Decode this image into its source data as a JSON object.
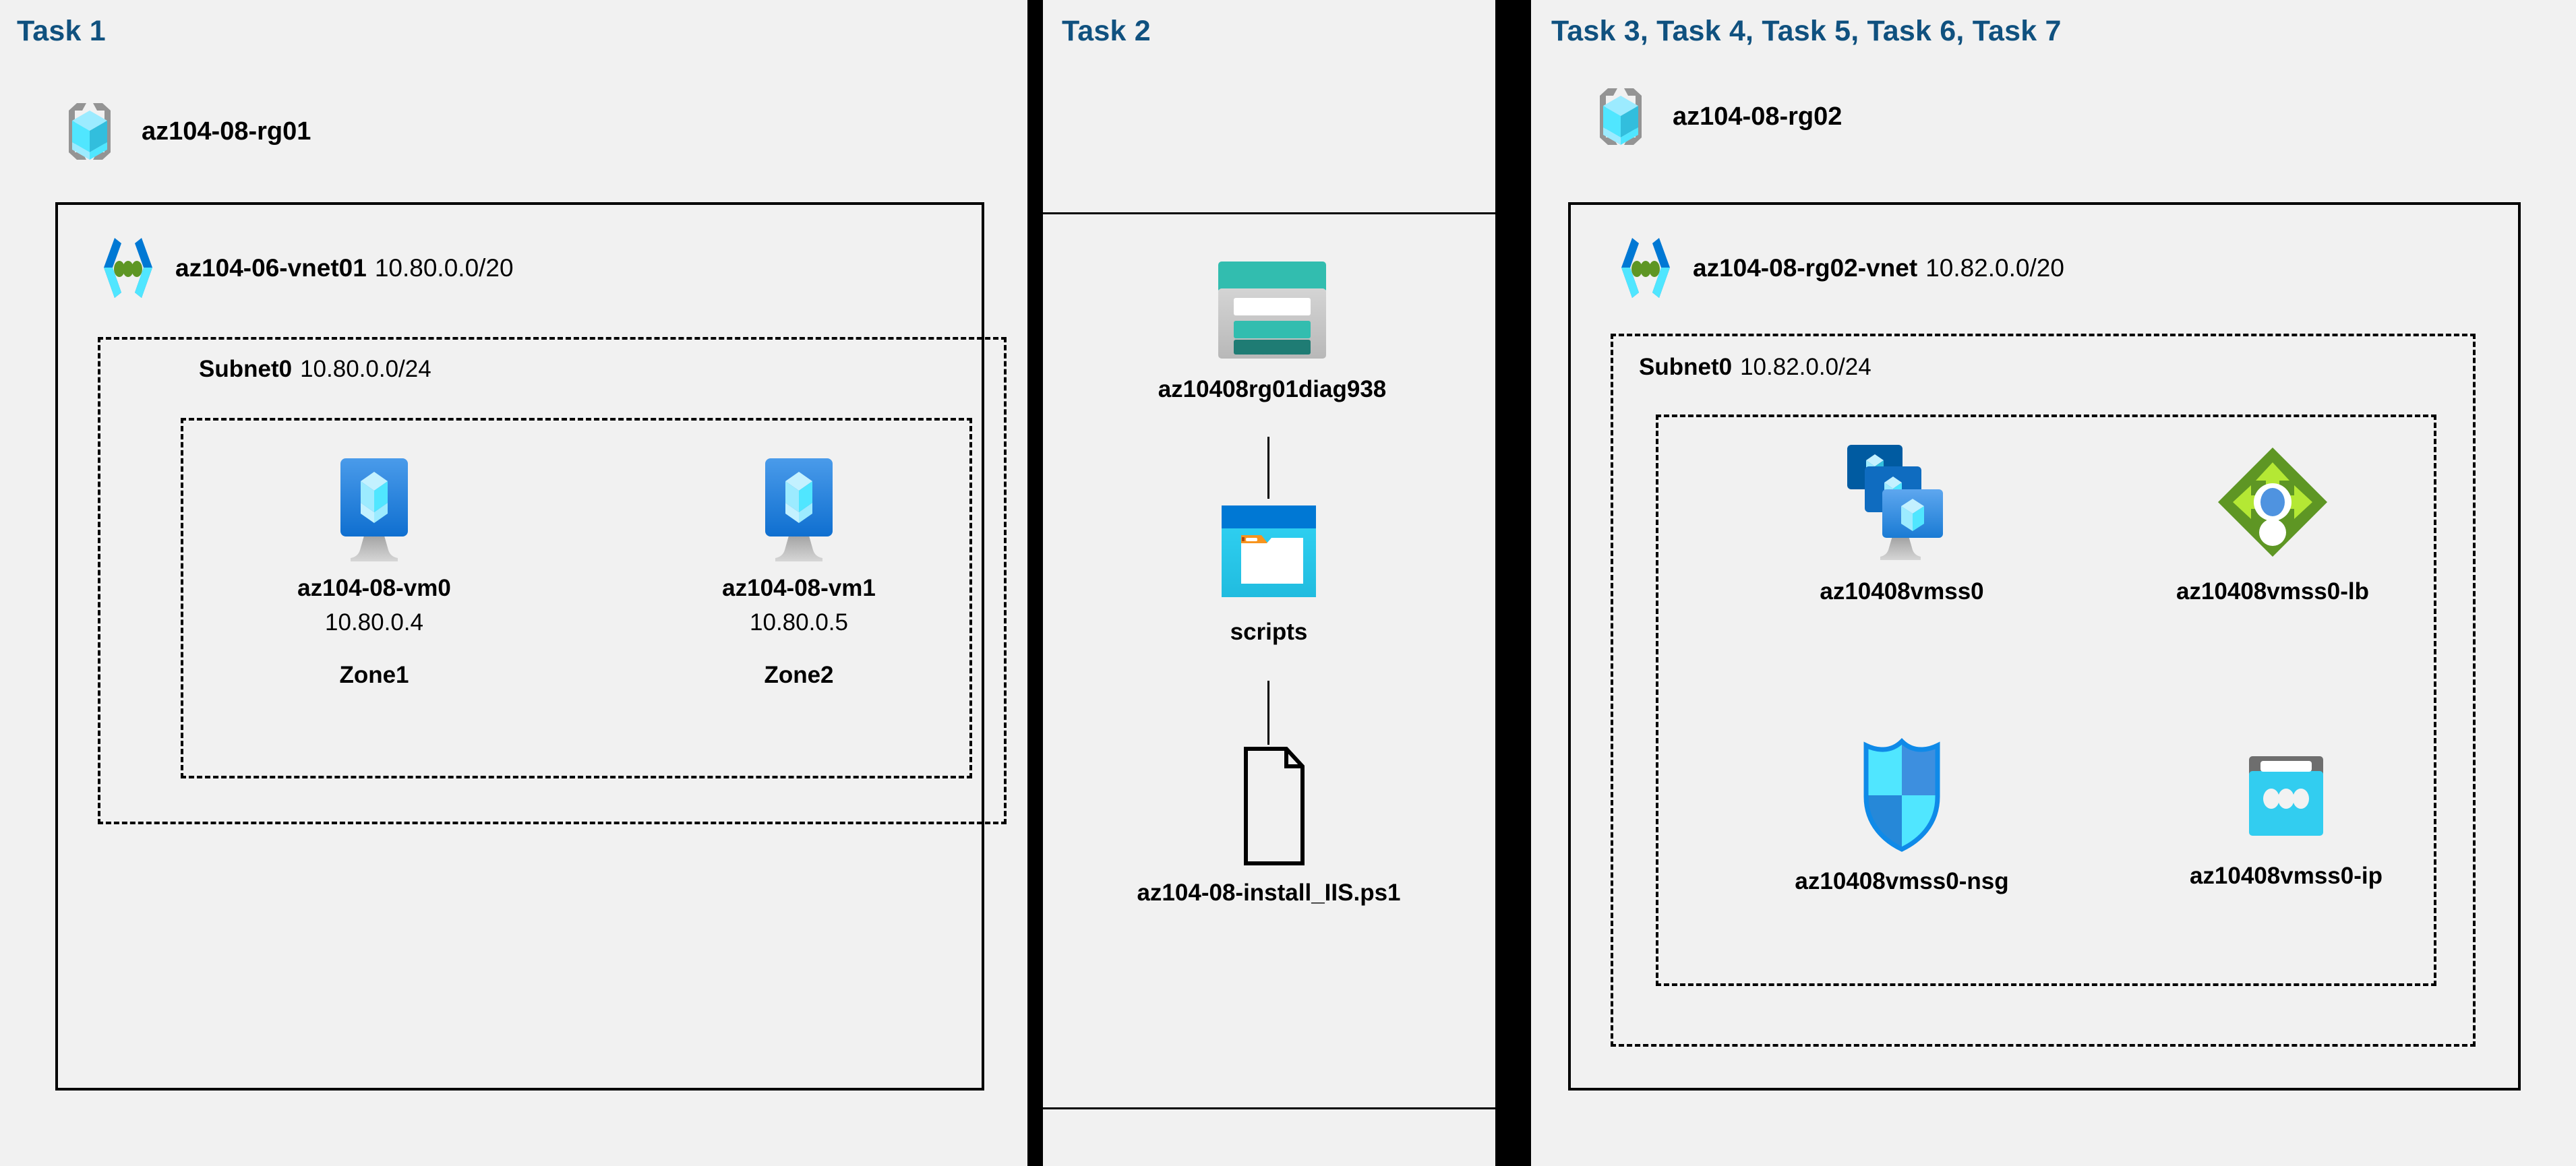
{
  "panels": [
    {
      "id": "task1",
      "title": "Task 1",
      "resource_group": {
        "name": "az104-08-rg01",
        "icon": "resource-group-icon"
      },
      "vnet": {
        "name": "az104-06-vnet01",
        "cidr": "10.80.0.0/20",
        "icon": "virtual-network-icon"
      },
      "subnet": {
        "name": "Subnet0",
        "cidr": "10.80.0.0/24"
      },
      "vms": [
        {
          "name": "az104-08-vm0",
          "ip": "10.80.0.4",
          "zone": "Zone1",
          "icon": "virtual-machine-icon"
        },
        {
          "name": "az104-08-vm1",
          "ip": "10.80.0.5",
          "zone": "Zone2",
          "icon": "virtual-machine-icon"
        }
      ]
    },
    {
      "id": "task2",
      "title": "Task 2",
      "nodes": [
        {
          "name": "az10408rg01diag938",
          "icon": "storage-account-icon"
        },
        {
          "name": "scripts",
          "icon": "blob-container-icon"
        },
        {
          "name": "az104-08-install_IIS.ps1",
          "icon": "script-file-icon"
        }
      ]
    },
    {
      "id": "task3",
      "title": "Task 3, Task 4, Task 5, Task 6, Task 7",
      "resource_group": {
        "name": "az104-08-rg02",
        "icon": "resource-group-icon"
      },
      "vnet": {
        "name": "az104-08-rg02-vnet",
        "cidr": "10.82.0.0/20",
        "icon": "virtual-network-icon"
      },
      "subnet": {
        "name": "Subnet0",
        "cidr": "10.82.0.0/24"
      },
      "resources": [
        {
          "name": "az10408vmss0",
          "icon": "vm-scale-set-icon"
        },
        {
          "name": "az10408vmss0-lb",
          "icon": "load-balancer-icon"
        },
        {
          "name": "az10408vmss0-nsg",
          "icon": "network-security-group-icon"
        },
        {
          "name": "az10408vmss0-ip",
          "icon": "public-ip-address-icon"
        }
      ]
    }
  ],
  "colors": {
    "panel_background": "#f1f1f1",
    "page_background": "#ffffff",
    "divider": "#000000",
    "title_blue": "#10517f",
    "azure_blue": "#0078d4",
    "azure_cyan": "#50e6ff",
    "storage_teal": "#32bdaf",
    "storage_teal_dark": "#1f7c74",
    "lb_green": "#5e9624",
    "lb_green_light": "#a4d037",
    "text_black": "#000000"
  }
}
